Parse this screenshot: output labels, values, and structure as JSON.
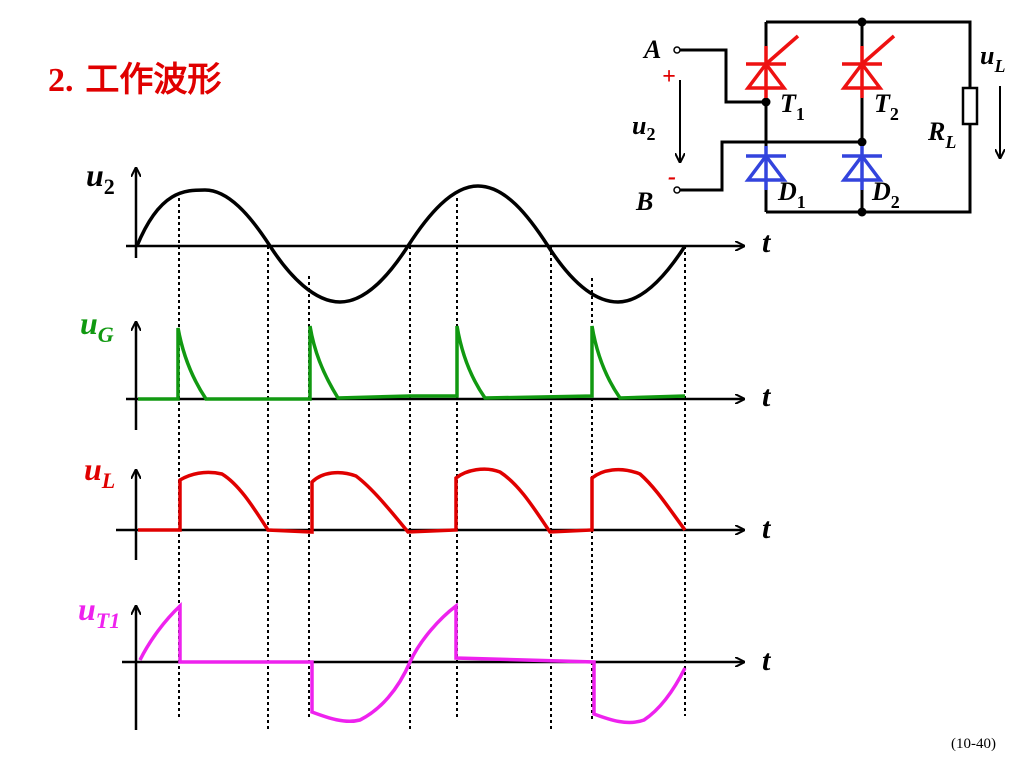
{
  "title": {
    "number": "2.",
    "text": "工作波形"
  },
  "page_number": "(10-40)",
  "colors": {
    "u2": "#000000",
    "uG": "#119911",
    "uL": "#e00000",
    "uT1": "#ee22ee",
    "thyristor": "#ee1111",
    "diode": "#3344dd"
  },
  "axis_labels": {
    "t": "t"
  },
  "waveforms": [
    {
      "symbol": "u",
      "subscript": "2",
      "color_key": "u2"
    },
    {
      "symbol": "u",
      "subscript": "G",
      "color_key": "uG"
    },
    {
      "symbol": "u",
      "subscript": "L",
      "color_key": "uL"
    },
    {
      "symbol": "u",
      "subscript": "T1",
      "color_key": "uT1"
    }
  ],
  "circuit": {
    "terminal_a": "A",
    "terminal_b": "B",
    "plus": "+",
    "minus": "-",
    "source": {
      "symbol": "u",
      "subscript": "2"
    },
    "thyristor_1": {
      "symbol": "T",
      "subscript": "1"
    },
    "thyristor_2": {
      "symbol": "T",
      "subscript": "2"
    },
    "diode_1": {
      "symbol": "D",
      "subscript": "1"
    },
    "diode_2": {
      "symbol": "D",
      "subscript": "2"
    },
    "load": {
      "symbol": "R",
      "subscript": "L"
    },
    "output": {
      "symbol": "u",
      "subscript": "L"
    }
  }
}
